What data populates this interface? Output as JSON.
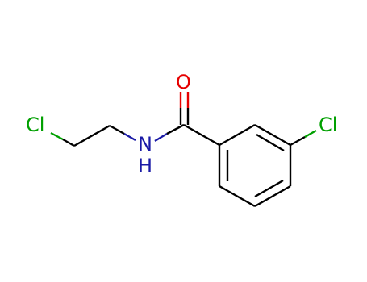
{
  "molecule": {
    "atoms": {
      "cl_left": "Cl",
      "nitrogen": "N",
      "hydrogen": "H",
      "oxygen": "O",
      "cl_right": "Cl"
    },
    "colors": {
      "bond": "#000000",
      "chlorine": "#00a000",
      "nitrogen": "#1a1aa6",
      "oxygen": "#e60000"
    }
  }
}
